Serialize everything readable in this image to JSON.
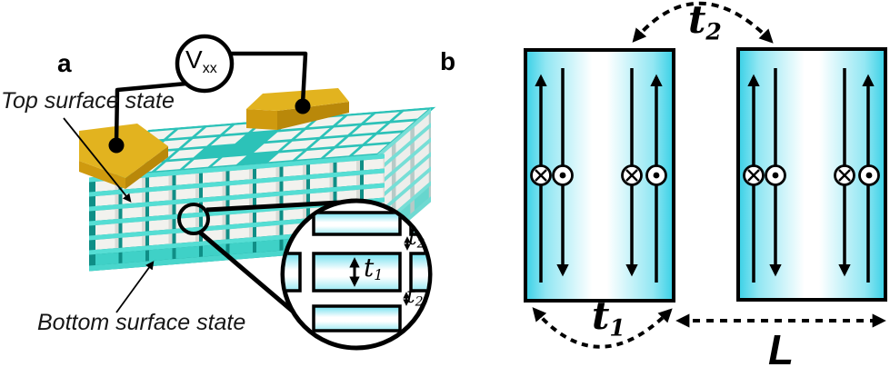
{
  "figure": {
    "panel_a": {
      "label": "a",
      "top_surface_label": "Top surface state",
      "bottom_surface_label": "Bottom surface state",
      "voltmeter": {
        "base": "V",
        "sub": "xx"
      },
      "inset": {
        "t1": {
          "base": "t",
          "sub": "1"
        },
        "t2_top": {
          "base": "t",
          "sub": "2"
        },
        "t2_bottom": {
          "base": "t",
          "sub": "2"
        }
      }
    },
    "panel_b": {
      "label": "b",
      "interlayer_coupling": {
        "base": "t",
        "sub": "2"
      },
      "intralayer_coupling": {
        "base": "t",
        "sub": "1"
      },
      "length_label": "L"
    },
    "colors": {
      "gold": "#e2b31f",
      "gold_dark": "#c6930d",
      "teal": "#49d6cc",
      "cyan": "#38d0e6",
      "black": "#000000"
    }
  }
}
